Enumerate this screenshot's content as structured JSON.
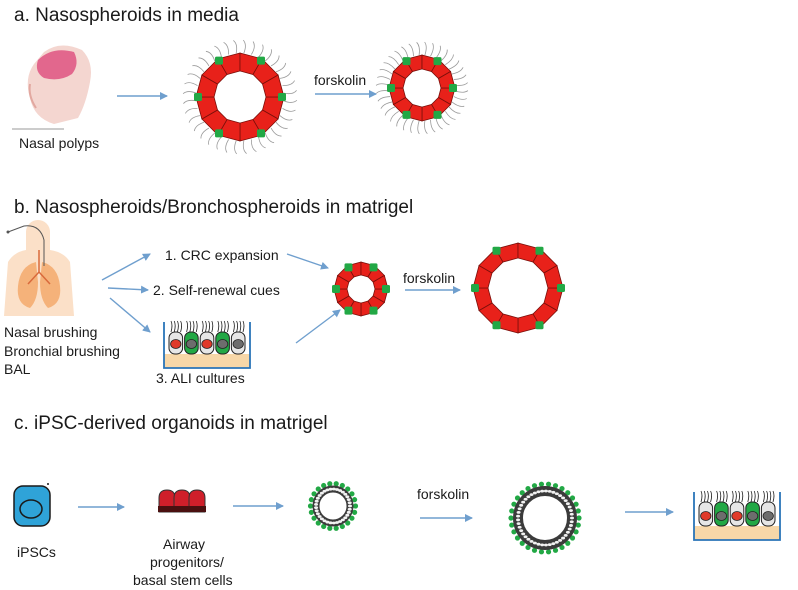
{
  "panel_a": {
    "title": "a. Nasospheroids in media",
    "source_label": "Nasal polyps",
    "treatment_label": "forskolin"
  },
  "panel_b": {
    "title": "b. Nasospheroids/Bronchospheroids in matrigel",
    "source_lines": [
      "Nasal brushing",
      "Bronchial brushing",
      "BAL"
    ],
    "routes": [
      "1. CRC expansion",
      "2. Self-renewal cues",
      "3. ALI cultures"
    ],
    "treatment_label": "forskolin"
  },
  "panel_c": {
    "title": "c. iPSC-derived organoids  in matrigel",
    "source_label": "iPSCs",
    "progenitor_lines": [
      "Airway",
      "progenitors/",
      "basal stem cells"
    ],
    "treatment_label": "forskolin"
  },
  "colors": {
    "cell_red": "#e8211a",
    "cell_green": "#22a845",
    "arrow": "#6f9fce",
    "ipsc_blue": "#2fa3d8",
    "ali_base": "#f7d7a8",
    "lung_orange": "#f5b27a"
  }
}
